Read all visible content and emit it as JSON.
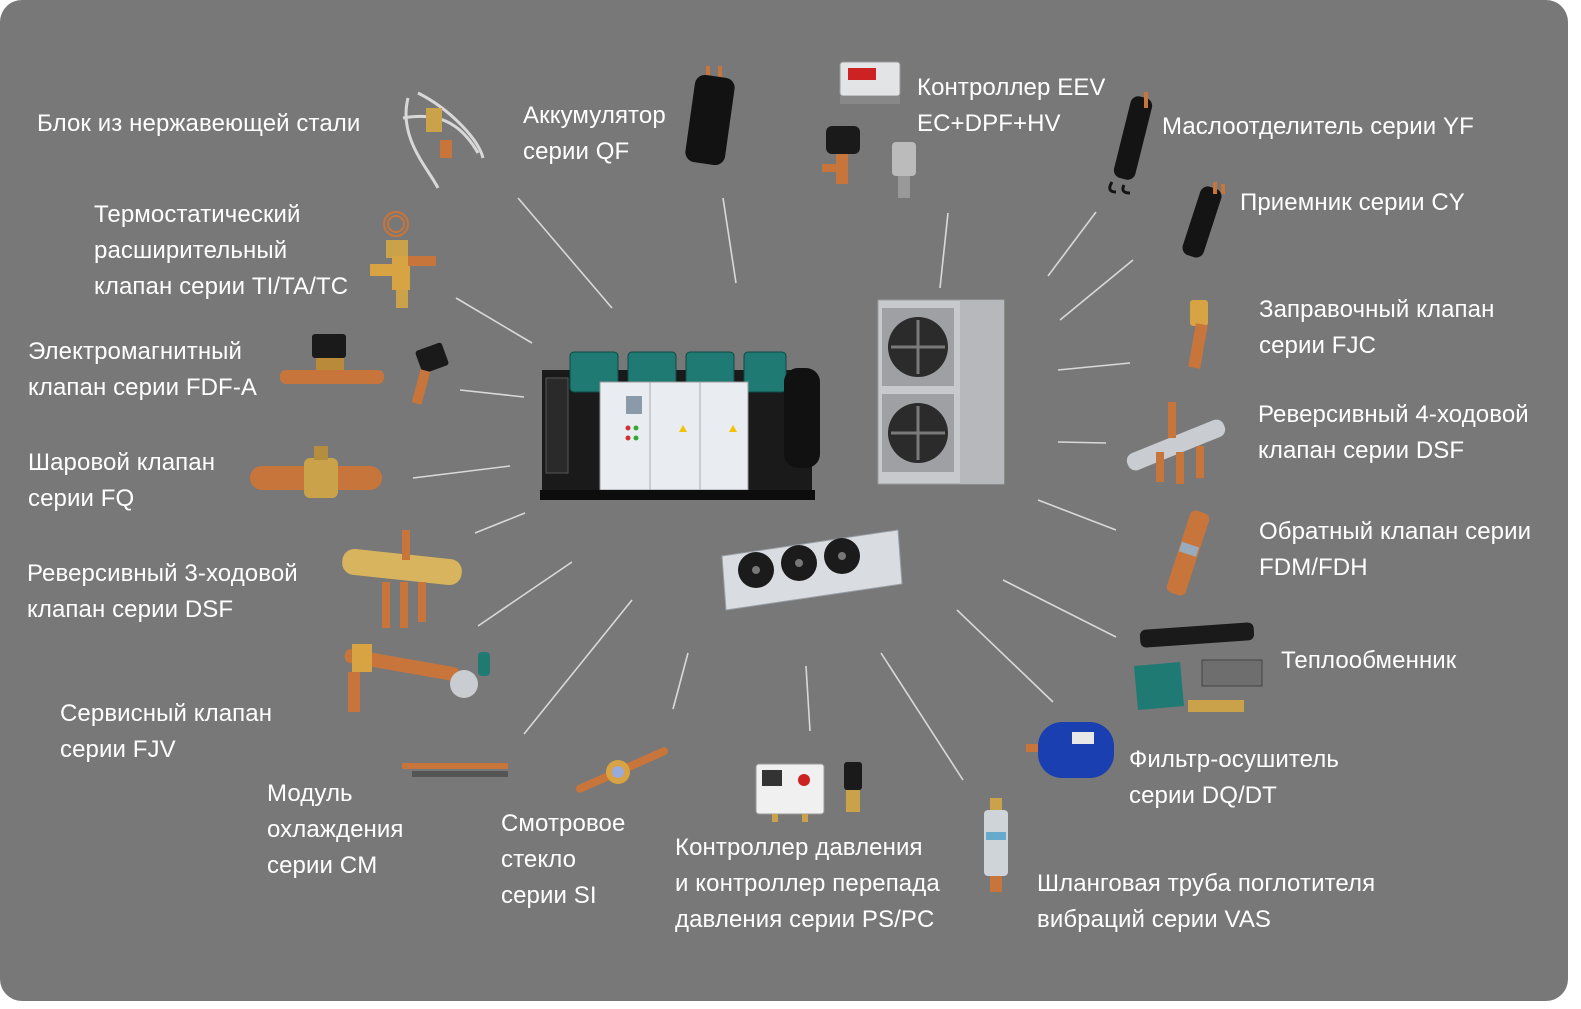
{
  "colors": {
    "background": "#787878",
    "label_text": "#ffffff",
    "connector": "#d9d9d9",
    "copper": "#c8753c",
    "brass": "#c9a24a",
    "unit_teal": "#1f7a73",
    "blue_filter": "#1a3fb0"
  },
  "labels": {
    "stainless_block": "Блок из нержавеющей стали",
    "accumulator": "Аккумулятор\nсерии QF",
    "eev_controller": "Контроллер EEV\nEC+DPF+HV",
    "oil_separator": "Маслоотделитель серии YF",
    "receiver": "Приемник серии CY",
    "txv": "Термостатический\nрасширительный\nклапан серии TI/TA/TC",
    "charging_valve": "Заправочный клапан\nсерии FJC",
    "solenoid_valve": "Электромагнитный\nклапан серии FDF-A",
    "reversing_4way": "Реверсивный 4-ходовой\nклапан серии DSF",
    "ball_valve": "Шаровой клапан\nсерии FQ",
    "check_valve": "Обратный клапан серии\nFDM/FDH",
    "reversing_3way": "Реверсивный 3-ходовой\nклапан серии DSF",
    "heat_exchanger": "Теплообменник",
    "service_valve": "Сервисный клапан\nсерии FJV",
    "filter_drier": "Фильтр-осушитель\nсерии DQ/DT",
    "cooling_module": "Модуль\nохлаждения\nсерии CM",
    "sight_glass": "Смотровое\nстекло\nсерии SI",
    "pressure_controller": "Контроллер давления\nи контроллер перепада\nдавления серии PS/PC",
    "vibration_hose": "Шланговая труба поглотителя\nвибраций серии VAS"
  }
}
